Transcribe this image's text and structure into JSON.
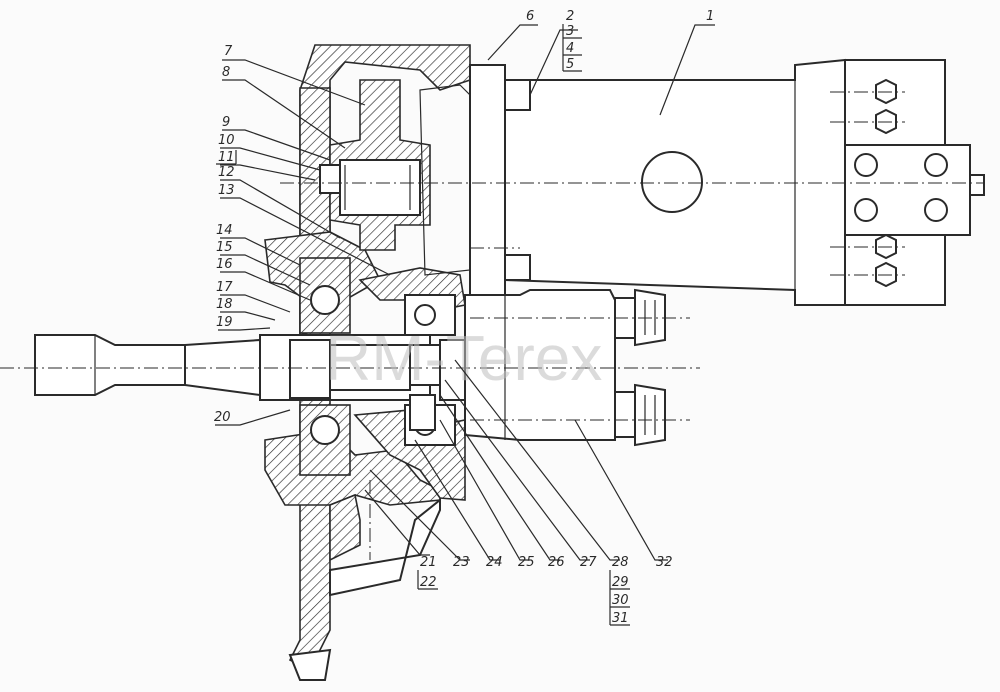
{
  "watermark": "RM-Terex",
  "callouts": [
    {
      "id": "c1",
      "text": "1"
    },
    {
      "id": "c2",
      "text": "2"
    },
    {
      "id": "c3",
      "text": "3"
    },
    {
      "id": "c4",
      "text": "4"
    },
    {
      "id": "c5",
      "text": "5"
    },
    {
      "id": "c6",
      "text": "6"
    },
    {
      "id": "c7",
      "text": "7"
    },
    {
      "id": "c8",
      "text": "8"
    },
    {
      "id": "c9",
      "text": "9"
    },
    {
      "id": "c10",
      "text": "10"
    },
    {
      "id": "c11",
      "text": "11"
    },
    {
      "id": "c12",
      "text": "12"
    },
    {
      "id": "c13",
      "text": "13"
    },
    {
      "id": "c14",
      "text": "14"
    },
    {
      "id": "c15",
      "text": "15"
    },
    {
      "id": "c16",
      "text": "16"
    },
    {
      "id": "c17",
      "text": "17"
    },
    {
      "id": "c18",
      "text": "18"
    },
    {
      "id": "c19",
      "text": "19"
    },
    {
      "id": "c20",
      "text": "20"
    },
    {
      "id": "c21",
      "text": "21"
    },
    {
      "id": "c22",
      "text": "22"
    },
    {
      "id": "c23",
      "text": "23"
    },
    {
      "id": "c24",
      "text": "24"
    },
    {
      "id": "c25",
      "text": "25"
    },
    {
      "id": "c26",
      "text": "26"
    },
    {
      "id": "c27",
      "text": "27"
    },
    {
      "id": "c28",
      "text": "28"
    },
    {
      "id": "c29",
      "text": "29"
    },
    {
      "id": "c30",
      "text": "30"
    },
    {
      "id": "c31",
      "text": "31"
    },
    {
      "id": "c32",
      "text": "32"
    }
  ]
}
